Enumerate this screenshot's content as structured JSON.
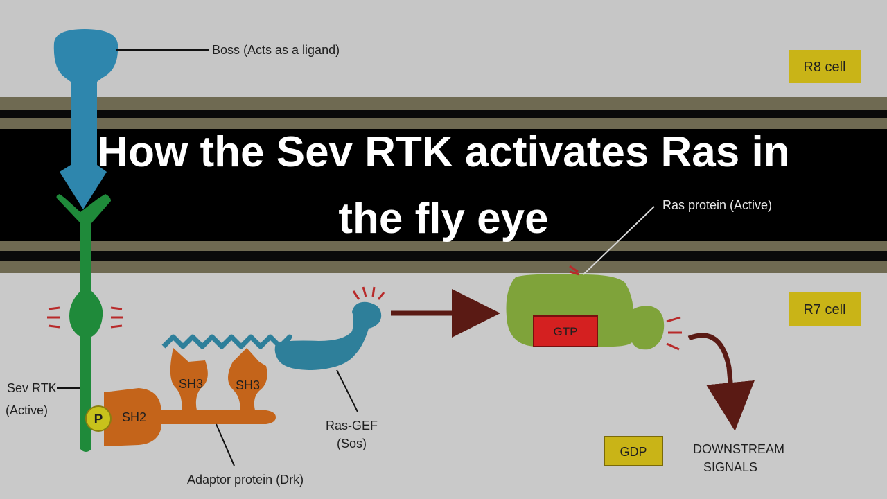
{
  "title": {
    "line1": "How the Sev RTK activates Ras in",
    "line2": "the fly eye"
  },
  "cells": {
    "r8": "R8 cell",
    "r7": "R7 cell"
  },
  "labels": {
    "boss": "Boss (Acts as a ligand)",
    "ras_active": "Ras protein (Active)",
    "sev_line1": "Sev RTK",
    "sev_line2": "(Active)",
    "p": "P",
    "sh2": "SH2",
    "sh3_left": "SH3",
    "sh3_right": "SH3",
    "adaptor": "Adaptor protein (Drk)",
    "rasgef_line1": "Ras-GEF",
    "rasgef_line2": "(Sos)",
    "gtp": "GTP",
    "gdp": "GDP",
    "downstream_line1": "DOWNSTREAM",
    "downstream_line2": "SIGNALS"
  },
  "colors": {
    "background_upper": "#c6c6c6",
    "background_lower": "#c9c9c9",
    "membrane_band": "#6f6a52",
    "membrane_dark": "#0a0a0a",
    "title_banner": "#000000",
    "boss": "#2e86ad",
    "sev_rtk": "#1f8a3a",
    "adaptor": "#c4641a",
    "phosphate": "#c8c21c",
    "ras_gef": "#2e7f9a",
    "ras": "#7fa33a",
    "gtp": "#d42020",
    "gdp": "#c9b417",
    "cell_label": "#c9b417",
    "arrow": "#5a1a14",
    "activation_marks": "#b82a2a"
  }
}
